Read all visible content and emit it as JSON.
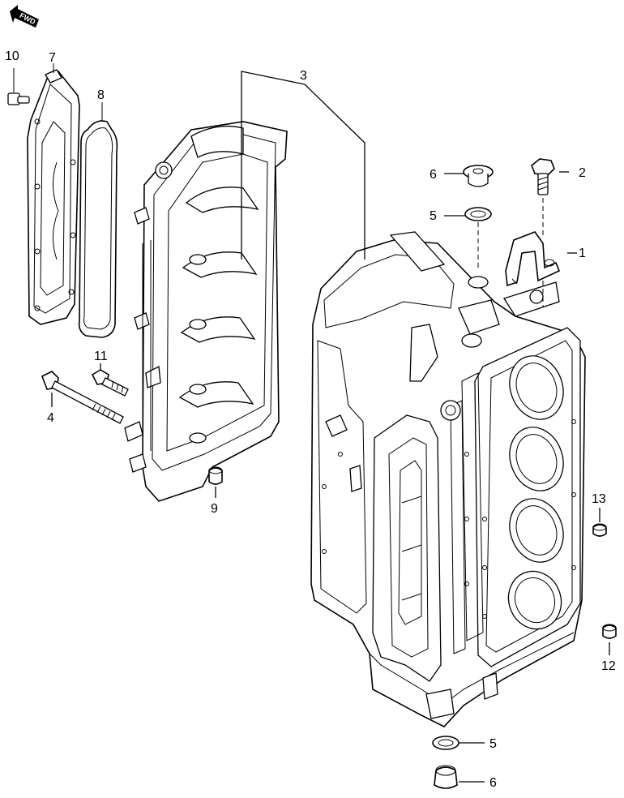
{
  "diagram": {
    "direction_tag": "FWD",
    "callouts": {
      "c1": "1",
      "c2": "2",
      "c3": "3",
      "c4": "4",
      "c5_top": "5",
      "c5_bottom": "5",
      "c6_top": "6",
      "c6_bottom": "6",
      "c7": "7",
      "c8": "8",
      "c9": "9",
      "c10": "10",
      "c11": "11",
      "c12": "12",
      "c13": "13"
    }
  }
}
